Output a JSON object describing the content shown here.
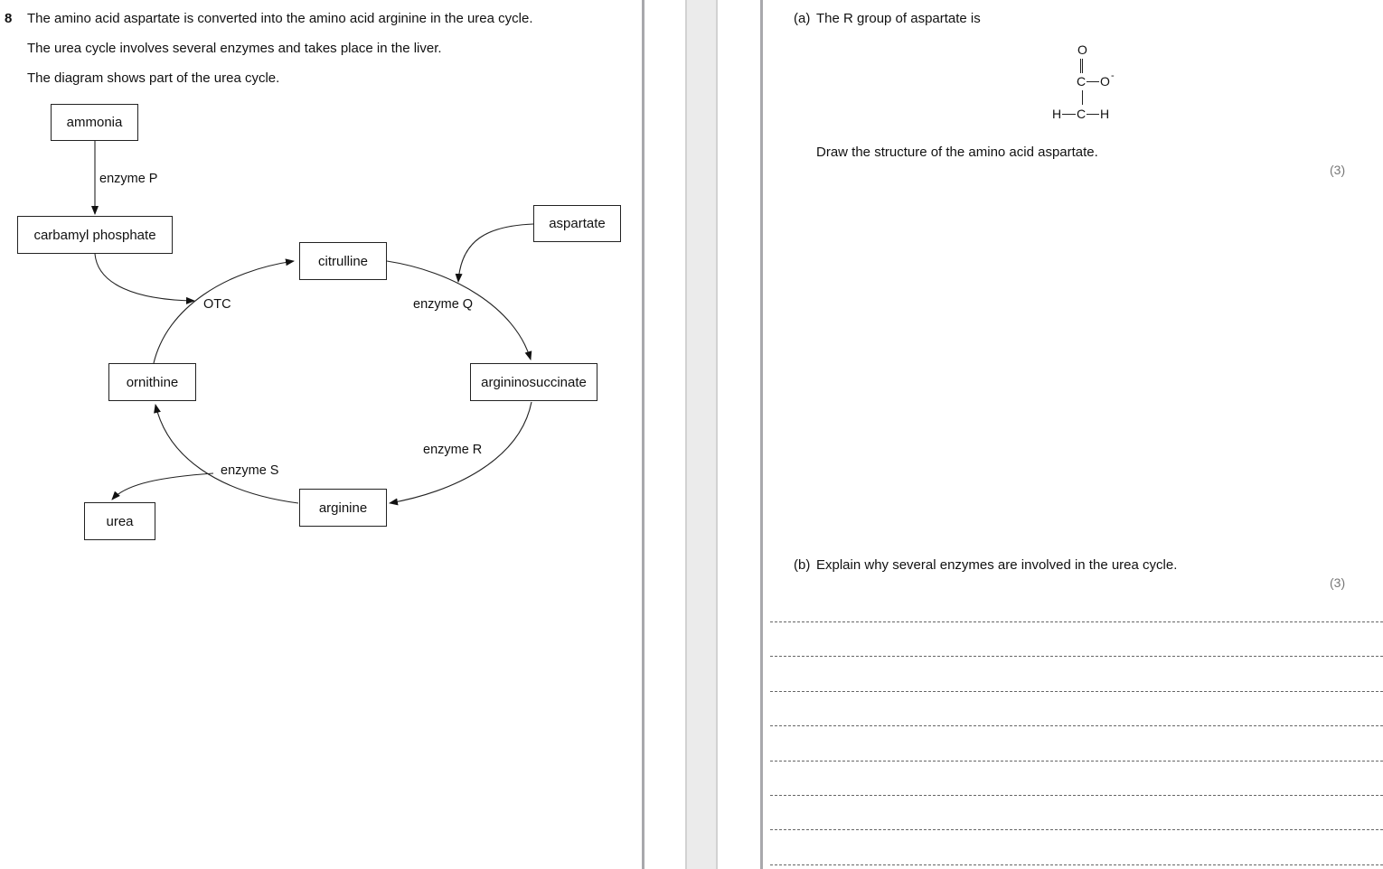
{
  "question": {
    "number": "8",
    "intro": [
      "The amino acid aspartate is converted into the amino acid arginine in the urea cycle.",
      "The urea cycle involves several enzymes and takes place in the liver.",
      "The diagram shows part of the urea cycle."
    ]
  },
  "diagram": {
    "boxes": {
      "ammonia": "ammonia",
      "carbamyl": "carbamyl phosphate",
      "citrulline": "citrulline",
      "aspartate": "aspartate",
      "ornithine": "ornithine",
      "argininosuccinate": "argininosuccinate",
      "arginine": "arginine",
      "urea": "urea"
    },
    "labels": {
      "enzyme_p": "enzyme P",
      "otc": "OTC",
      "enzyme_q": "enzyme Q",
      "enzyme_r": "enzyme R",
      "enzyme_s": "enzyme S"
    }
  },
  "part_a": {
    "label": "(a)",
    "text": "The R group of aspartate is",
    "structure": {
      "o_top": "O",
      "c1": "C",
      "o_minus": "O",
      "charge": "-",
      "h_left": "H",
      "c2": "C",
      "h_right": "H"
    },
    "instruction": "Draw the structure of the amino acid aspartate.",
    "marks": "(3)"
  },
  "part_b": {
    "label": "(b)",
    "text": "Explain why several enzymes are involved in the urea cycle.",
    "marks": "(3)",
    "answer_lines": 8
  }
}
